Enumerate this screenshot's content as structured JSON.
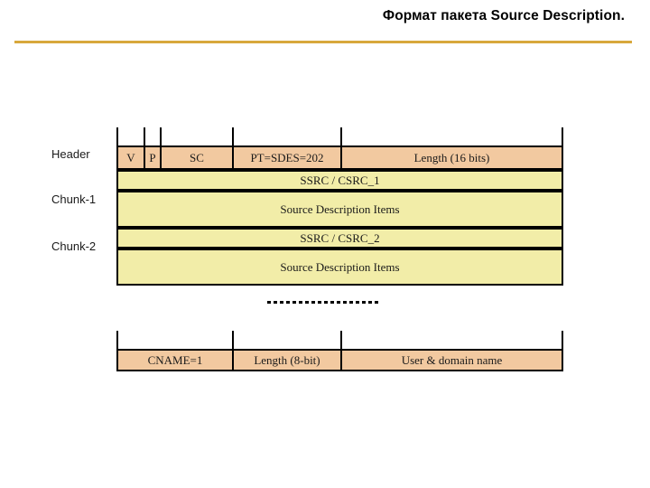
{
  "slide": {
    "title": "Формат пакета Source Description.",
    "accent_color": "#d8a83c",
    "background_color": "#ffffff"
  },
  "diagram": {
    "name": "sdes-packet-format",
    "header_fill": "#f2c9a0",
    "chunk_fill": "#f2eda8",
    "border_color": "#000000",
    "side_labels": [
      {
        "id": "header",
        "text": "Header"
      },
      {
        "id": "chunk-1",
        "text": "Chunk-1"
      },
      {
        "id": "chunk-2",
        "text": "Chunk-2"
      }
    ],
    "header_row": {
      "name": "rtcp-header-row",
      "cells": [
        {
          "label": "V",
          "bits": 2
        },
        {
          "label": "P",
          "bits": 1
        },
        {
          "label": "SC",
          "bits": 5
        },
        {
          "label": "PT=SDES=202",
          "bits": 8
        },
        {
          "label": "Length (16 bits)",
          "bits": 16
        }
      ]
    },
    "chunk1": {
      "name": "chunk-1",
      "rows": [
        {
          "label": "SSRC / CSRC_1"
        },
        {
          "label": "Source Description Items"
        }
      ]
    },
    "chunk2": {
      "name": "chunk-2",
      "rows": [
        {
          "label": "SSRC / CSRC_2"
        },
        {
          "label": "Source Description Items"
        }
      ]
    },
    "continuation": {
      "marker": "dashed-line"
    },
    "item_row": {
      "name": "sdes-item-row",
      "cells": [
        {
          "label": "CNAME=1"
        },
        {
          "label": "Length (8-bit)"
        },
        {
          "label": "User & domain name"
        }
      ]
    }
  }
}
